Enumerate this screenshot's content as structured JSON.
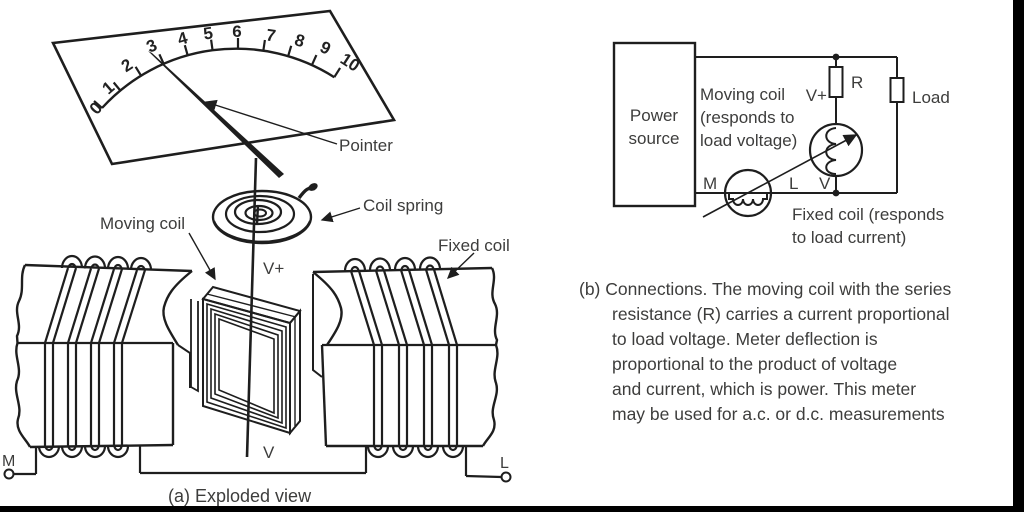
{
  "figure": {
    "panel_a": {
      "caption": "(a) Exploded view",
      "scale_labels": [
        "0",
        "1",
        "2",
        "3",
        "4",
        "5",
        "6",
        "7",
        "8",
        "9",
        "10"
      ],
      "labels": {
        "pointer": "Pointer",
        "coil_spring": "Coil spring",
        "moving_coil": "Moving coil",
        "fixed_coil": "Fixed coil",
        "v_plus": "V+",
        "v": "V",
        "m_terminal": "M",
        "l_terminal": "L"
      }
    },
    "panel_b": {
      "labels": {
        "power_source_line1": "Power",
        "power_source_line2": "source",
        "moving_coil_line1": "Moving coil",
        "moving_coil_line2": "(responds to",
        "moving_coil_line3": "load voltage)",
        "fixed_coil_line1": "Fixed coil (responds",
        "fixed_coil_line2": "to load current)",
        "resistor_r": "R",
        "load": "Load",
        "v_plus": "V+",
        "v": "V",
        "m": "M",
        "l": "L"
      },
      "caption_lines": [
        "(b) Connections. The moving coil with the series",
        "resistance (R) carries a current proportional",
        "to load voltage. Meter deflection is",
        "proportional to the product of voltage",
        "and current, which is power. This meter",
        "may be used for a.c. or d.c. measurements"
      ]
    },
    "colors": {
      "ink": "#1e1e1e",
      "text": "#3d3d3c",
      "background": "#ffffff",
      "crop_bar": "#000000"
    }
  }
}
